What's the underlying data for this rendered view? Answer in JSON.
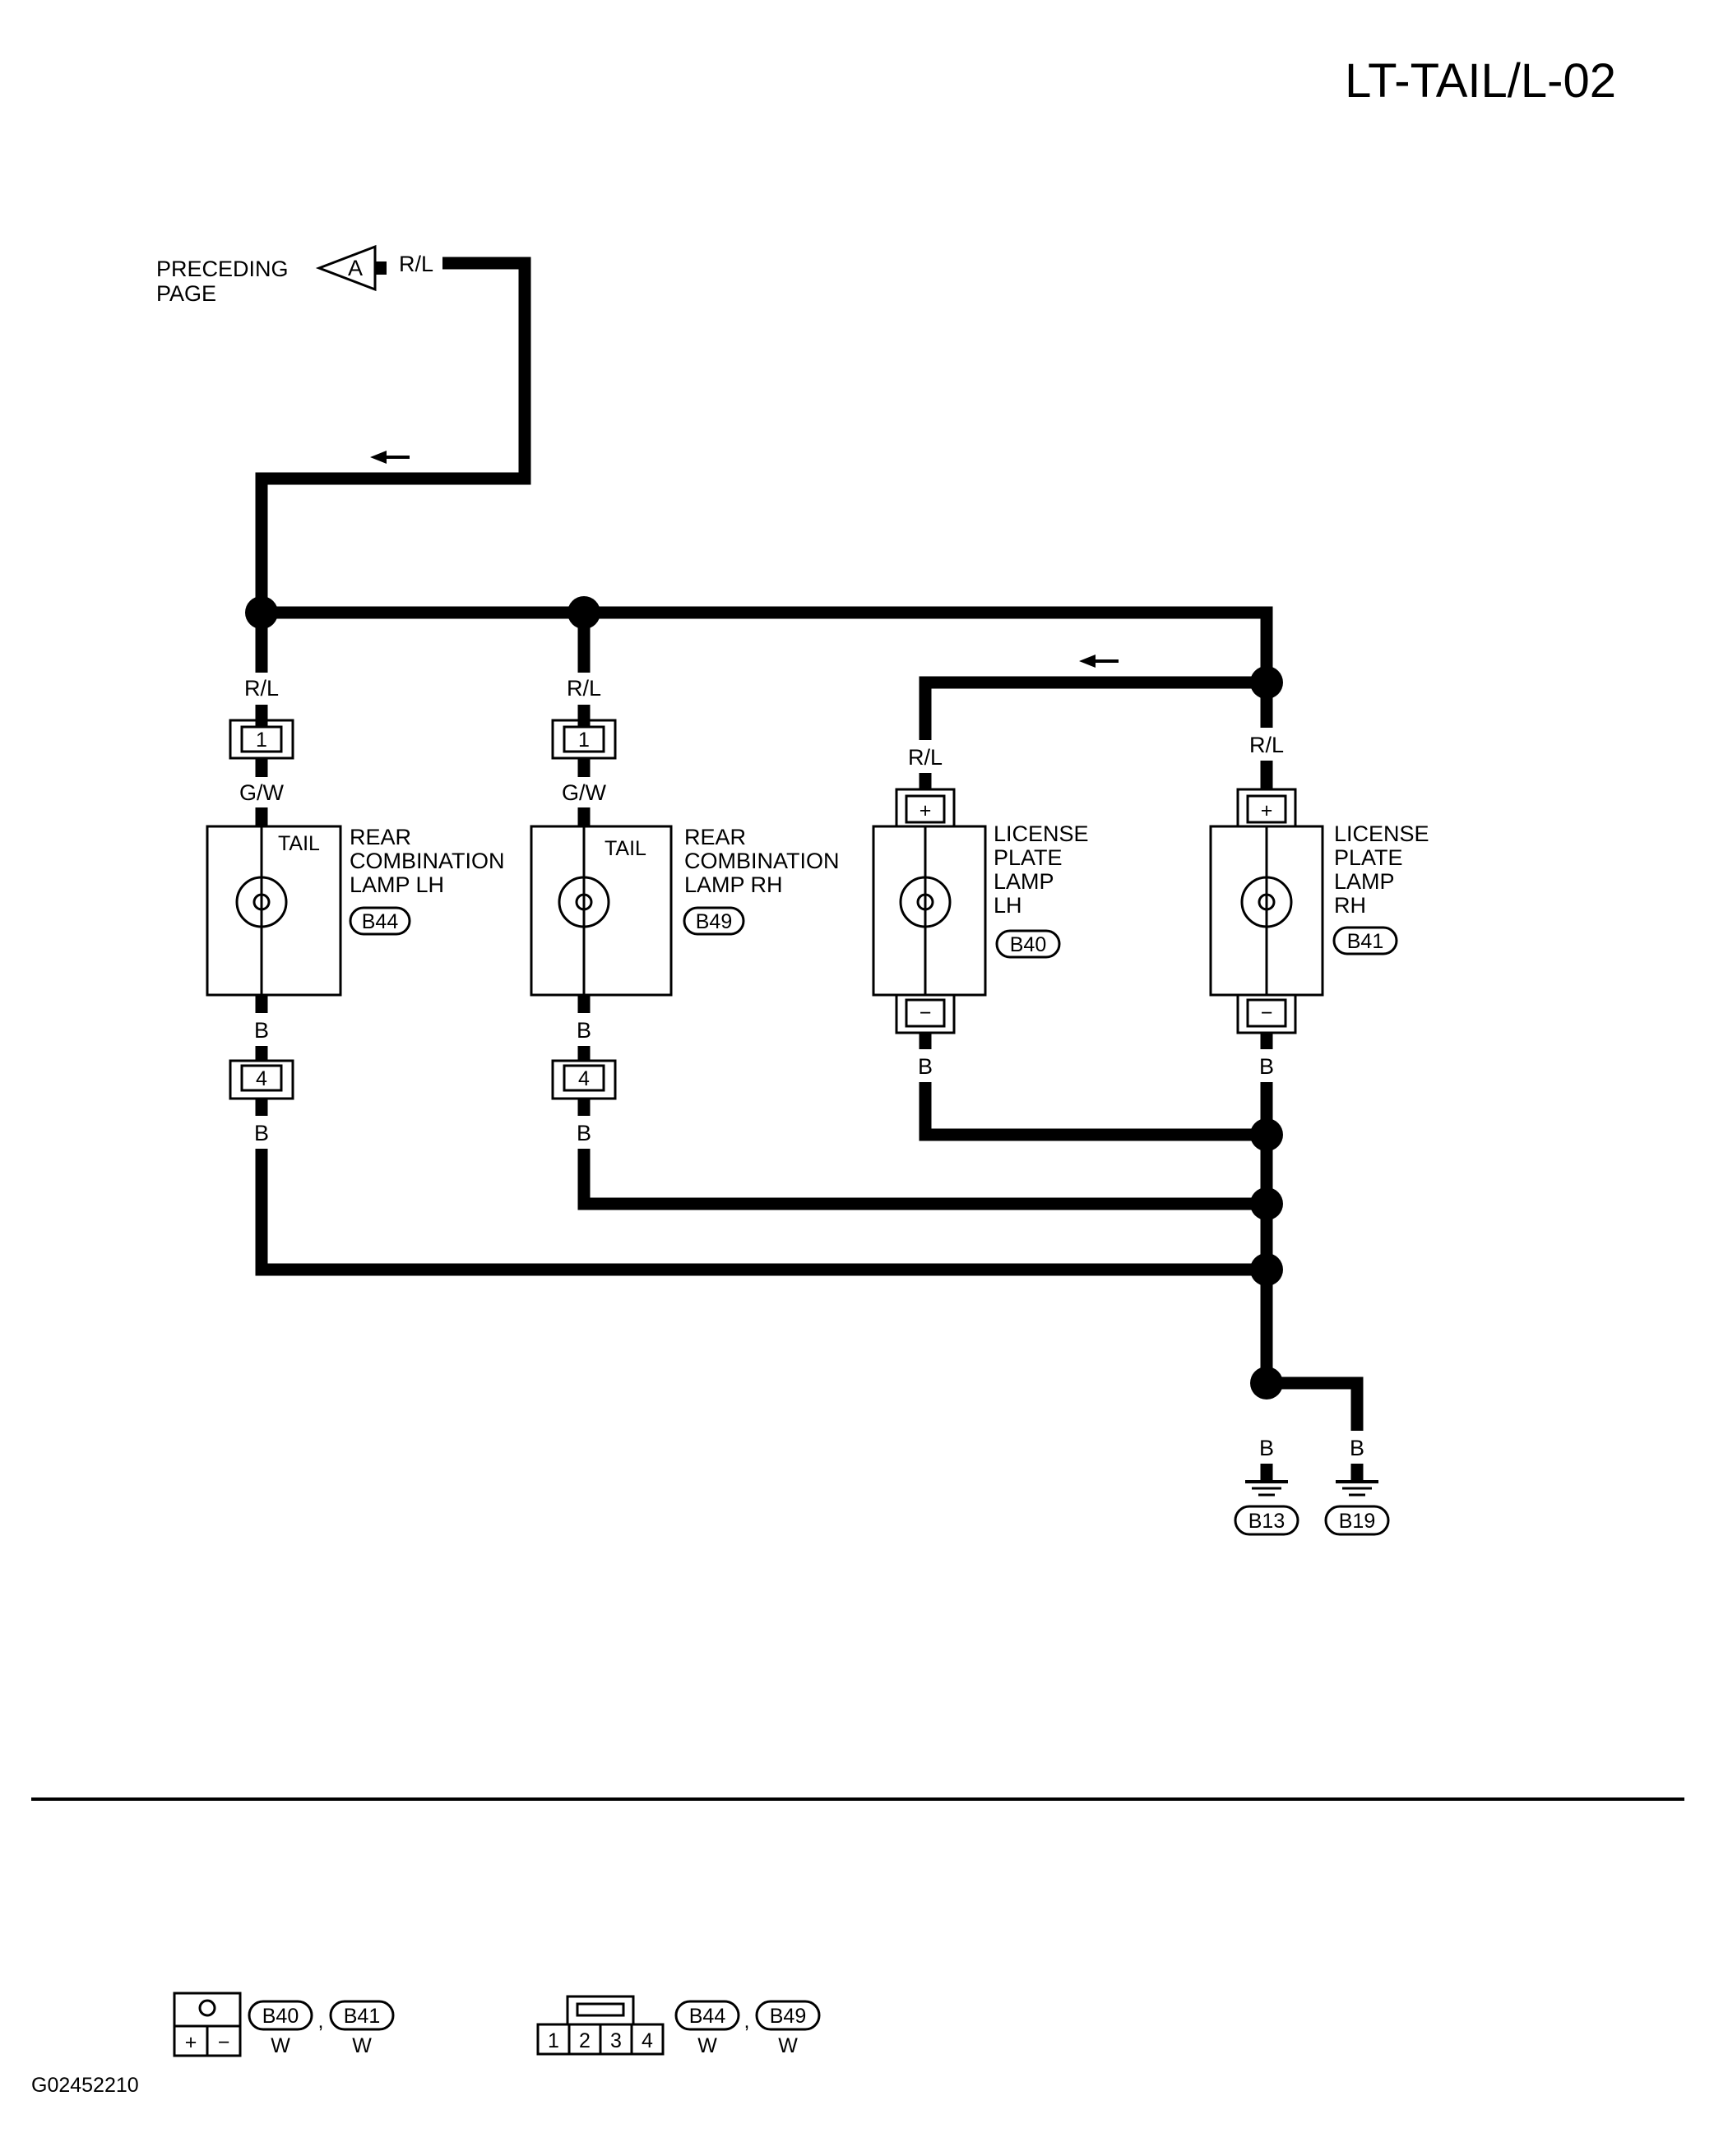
{
  "page_title": "LT-TAIL/L-02",
  "diagram_id": "G02452210",
  "preceding_page": {
    "text_line1": "PRECEDING",
    "text_line2": "PAGE",
    "connector_letter": "A",
    "wire_color": "R/L"
  },
  "wire_colors": {
    "rl": "R/L",
    "gw": "G/W",
    "b": "B"
  },
  "lamps": {
    "rear_lh": {
      "line1": "REAR",
      "line2": "COMBINATION",
      "line3": "LAMP LH",
      "connector": "B44",
      "inner_label": "TAIL",
      "top_pin": "1",
      "bottom_pin": "4"
    },
    "rear_rh": {
      "line1": "REAR",
      "line2": "COMBINATION",
      "line3": "LAMP RH",
      "connector": "B49",
      "inner_label": "TAIL",
      "top_pin": "1",
      "bottom_pin": "4"
    },
    "license_lh": {
      "line1": "LICENSE",
      "line2": "PLATE",
      "line3": "LAMP",
      "line4": "LH",
      "connector": "B40",
      "top_pin": "+",
      "bottom_pin": "−"
    },
    "license_rh": {
      "line1": "LICENSE",
      "line2": "PLATE",
      "line3": "LAMP",
      "line4": "RH",
      "connector": "B41",
      "top_pin": "+",
      "bottom_pin": "−"
    }
  },
  "grounds": [
    {
      "label": "B13",
      "wire_color": "B"
    },
    {
      "label": "B19",
      "wire_color": "B"
    }
  ],
  "legend": {
    "group1": {
      "connectors": [
        "B40",
        "B41"
      ],
      "colors": [
        "W",
        "W"
      ],
      "pins": [
        "+",
        "−"
      ],
      "separator": ","
    },
    "group2": {
      "connectors": [
        "B44",
        "B49"
      ],
      "colors": [
        "W",
        "W"
      ],
      "pins": [
        "1",
        "2",
        "3",
        "4"
      ],
      "separator": ","
    }
  }
}
